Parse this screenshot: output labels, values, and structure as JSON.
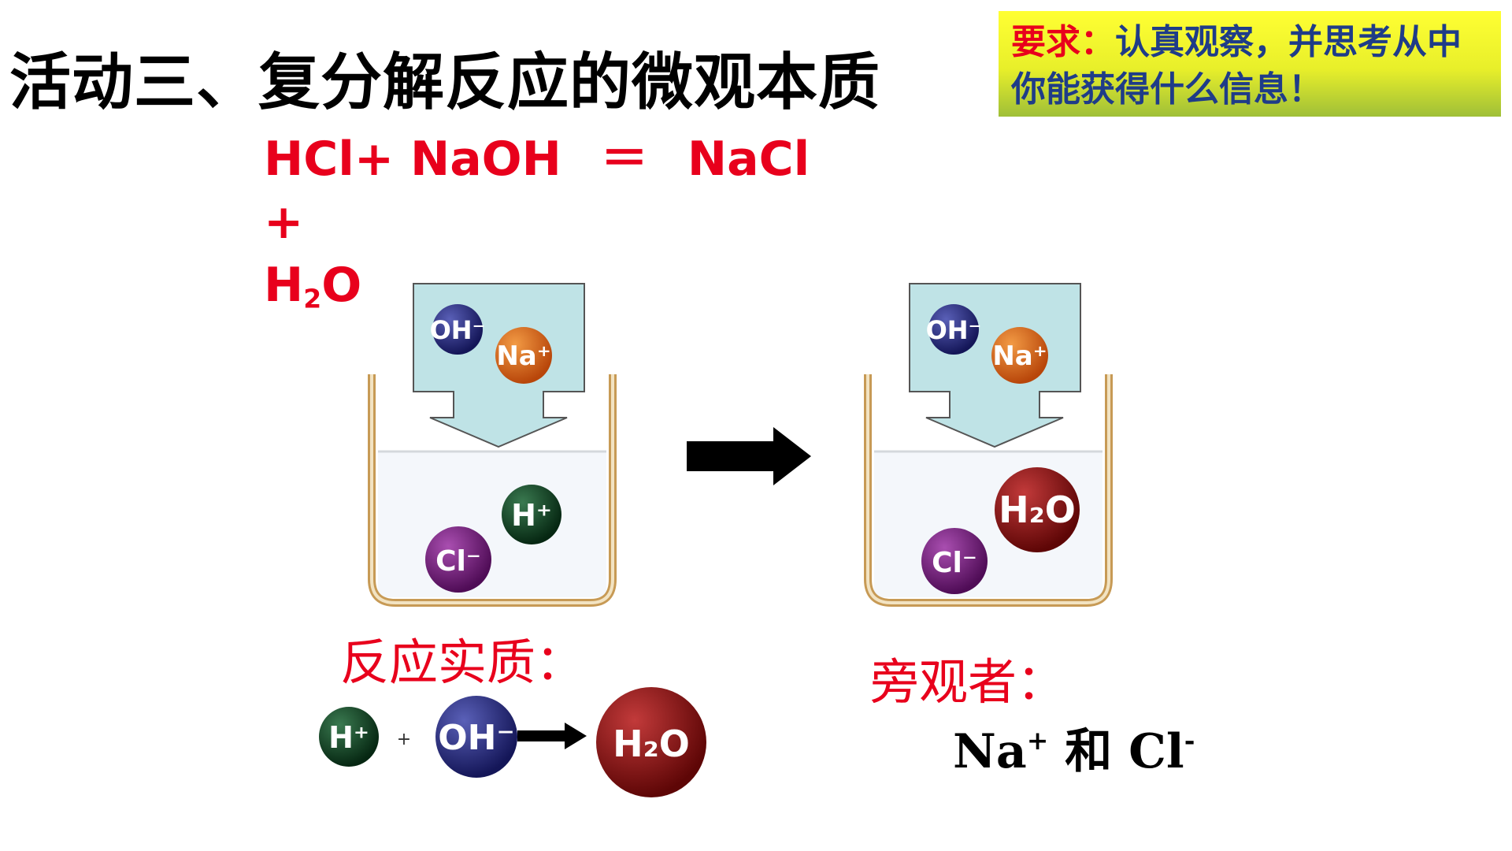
{
  "title": "活动三、复分解反应的微观本质",
  "requirement": {
    "label": "要求：",
    "text": "认真观察，并思考从中你能获得什么信息！"
  },
  "equation": {
    "left": "HCl+ NaOH",
    "equals": "＝",
    "right": "NaCl +",
    "product_base": "H",
    "product_sub": "2",
    "product_tail": "O"
  },
  "beaker_left": {
    "added": [
      "OH⁻",
      "Na⁺"
    ],
    "in_solution": [
      "H⁺",
      "Cl⁻"
    ]
  },
  "beaker_right": {
    "added": [
      "OH⁻",
      "Na⁺"
    ],
    "in_solution": [
      "H₂O",
      "Cl⁻"
    ]
  },
  "essence": {
    "label": "反应实质：",
    "reactant1": "H⁺",
    "plus": "+",
    "reactant2": "OH⁻",
    "product": "H₂O"
  },
  "spectator": {
    "label": "旁观者：",
    "ion1_base": "Na",
    "ion1_sup": "+",
    "connector": " 和 ",
    "ion2_base": "Cl",
    "ion2_sup": "-"
  },
  "colors": {
    "red_text": "#e8001c",
    "oh_ion": "#1c1f6b",
    "na_ion": "#d45a0e",
    "h_ion": "#0c3b1c",
    "cl_ion": "#6a1470",
    "water": "#8b0d0d",
    "tray": "#bfe3e6"
  }
}
